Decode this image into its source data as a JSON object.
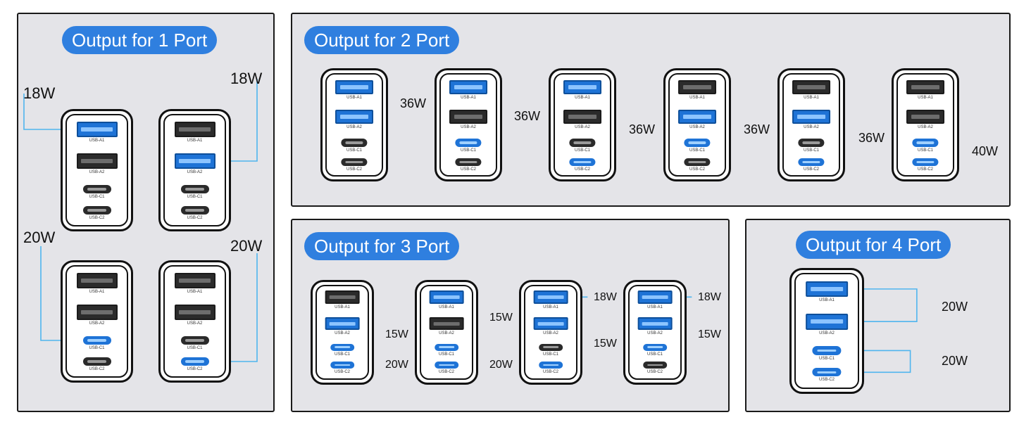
{
  "panels": {
    "one": {
      "title": "Output for 1 Port"
    },
    "two": {
      "title": "Output for 2 Port"
    },
    "three": {
      "title": "Output for 3 Port"
    },
    "four": {
      "title": "Output for 4 Port"
    }
  },
  "port_labels": [
    "USB-A1",
    "USB-A2",
    "USB-C1",
    "USB-C2"
  ],
  "highlight_color": "#1e73d6",
  "wire_color": "#4fb5ee",
  "configs": [
    {
      "panel": "one",
      "active": [
        "USB-A1"
      ],
      "outputs": [
        {
          "label": "18W",
          "ports": [
            "USB-A1"
          ]
        }
      ]
    },
    {
      "panel": "one",
      "active": [
        "USB-A2"
      ],
      "outputs": [
        {
          "label": "18W",
          "ports": [
            "USB-A2"
          ]
        }
      ]
    },
    {
      "panel": "one",
      "active": [
        "USB-C1"
      ],
      "outputs": [
        {
          "label": "20W",
          "ports": [
            "USB-C1"
          ]
        }
      ]
    },
    {
      "panel": "one",
      "active": [
        "USB-C2"
      ],
      "outputs": [
        {
          "label": "20W",
          "ports": [
            "USB-C2"
          ]
        }
      ]
    },
    {
      "panel": "two",
      "active": [
        "USB-A1",
        "USB-A2"
      ],
      "outputs": [
        {
          "label": "36W",
          "ports": [
            "USB-A1",
            "USB-A2"
          ]
        }
      ]
    },
    {
      "panel": "two",
      "active": [
        "USB-A1",
        "USB-C1"
      ],
      "outputs": [
        {
          "label": "36W",
          "ports": [
            "USB-A1",
            "USB-C1"
          ]
        }
      ]
    },
    {
      "panel": "two",
      "active": [
        "USB-A1",
        "USB-C2"
      ],
      "outputs": [
        {
          "label": "36W",
          "ports": [
            "USB-A1",
            "USB-C2"
          ]
        }
      ]
    },
    {
      "panel": "two",
      "active": [
        "USB-A2",
        "USB-C1"
      ],
      "outputs": [
        {
          "label": "36W",
          "ports": [
            "USB-A2",
            "USB-C1"
          ]
        }
      ]
    },
    {
      "panel": "two",
      "active": [
        "USB-A2",
        "USB-C2"
      ],
      "outputs": [
        {
          "label": "36W",
          "ports": [
            "USB-A2",
            "USB-C2"
          ]
        }
      ]
    },
    {
      "panel": "two",
      "active": [
        "USB-C1",
        "USB-C2"
      ],
      "outputs": [
        {
          "label": "40W",
          "ports": [
            "USB-C1",
            "USB-C2"
          ]
        }
      ]
    },
    {
      "panel": "three",
      "active": [
        "USB-A2",
        "USB-C1",
        "USB-C2"
      ],
      "outputs": [
        {
          "label": "15W",
          "ports": [
            "USB-A2",
            "USB-C1"
          ]
        },
        {
          "label": "20W",
          "ports": [
            "USB-C2"
          ]
        }
      ]
    },
    {
      "panel": "three",
      "active": [
        "USB-A1",
        "USB-C1",
        "USB-C2"
      ],
      "outputs": [
        {
          "label": "15W",
          "ports": [
            "USB-A1",
            "USB-C1"
          ]
        },
        {
          "label": "20W",
          "ports": [
            "USB-C2"
          ]
        }
      ]
    },
    {
      "panel": "three",
      "active": [
        "USB-A1",
        "USB-A2",
        "USB-C2"
      ],
      "outputs": [
        {
          "label": "18W",
          "ports": [
            "USB-A1"
          ]
        },
        {
          "label": "15W",
          "ports": [
            "USB-A2",
            "USB-C2"
          ]
        }
      ]
    },
    {
      "panel": "three",
      "active": [
        "USB-A1",
        "USB-A2",
        "USB-C1"
      ],
      "outputs": [
        {
          "label": "18W",
          "ports": [
            "USB-A1"
          ]
        },
        {
          "label": "15W",
          "ports": [
            "USB-A2",
            "USB-C1"
          ]
        }
      ]
    },
    {
      "panel": "four",
      "active": [
        "USB-A1",
        "USB-A2",
        "USB-C1",
        "USB-C2"
      ],
      "outputs": [
        {
          "label": "20W",
          "ports": [
            "USB-A1",
            "USB-A2"
          ]
        },
        {
          "label": "20W",
          "ports": [
            "USB-C1",
            "USB-C2"
          ]
        }
      ]
    }
  ]
}
